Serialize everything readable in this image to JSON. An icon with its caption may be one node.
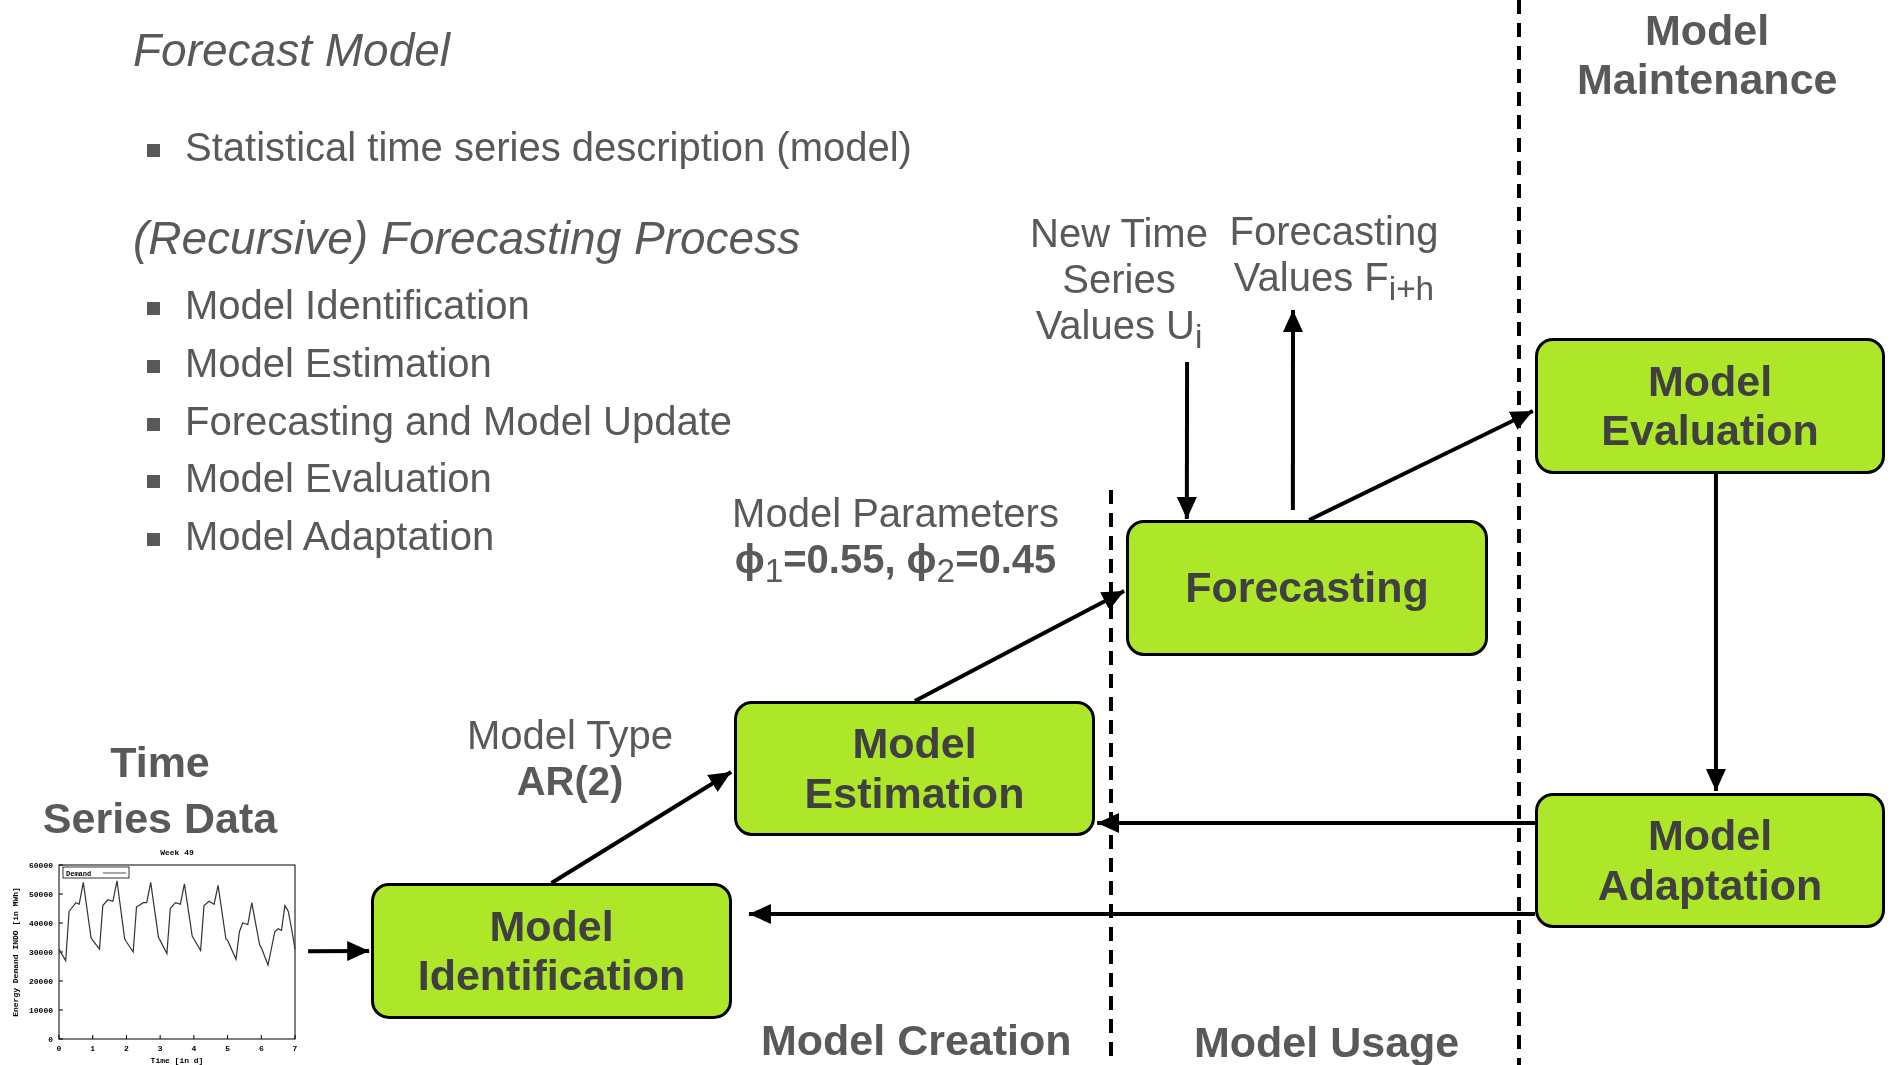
{
  "diagram": {
    "nodes": [
      {
        "text": [
          "Model Identification"
        ]
      },
      {
        "text": [
          "Model Estimation"
        ]
      },
      {
        "text": [
          "Forecasting"
        ]
      },
      {
        "text": [
          "Model Evaluation"
        ]
      },
      {
        "text": [
          "Model Adaptation"
        ]
      },
      {
        "text": [
          "Time Series Data"
        ]
      },
      {
        "text": [
          "New Time Series Values U$_{i}$"
        ]
      },
      {
        "text": [
          "Forecasting Values F$_{i+h}$"
        ]
      }
    ],
    "edges": [
      {
        "from": 5,
        "to": 0,
        "arrow": "to"
      },
      {
        "from": 0,
        "to": 1,
        "arrow": "to",
        "label": "Model Type **AR(2)**"
      },
      {
        "from": 1,
        "to": 2,
        "arrow": "to",
        "label": "Model Parameters **ϕ**$_{1}$**=0.55, ϕ**$_{2}$**=0.45**"
      },
      {
        "from": 6,
        "to": 2,
        "arrow": "to"
      },
      {
        "from": 2,
        "to": 7,
        "arrow": "to"
      },
      {
        "from": 2,
        "to": 3,
        "arrow": "to"
      },
      {
        "from": 3,
        "to": 4,
        "arrow": "to"
      },
      {
        "from": 4,
        "to": 1,
        "arrow": "to"
      },
      {
        "from": 4,
        "to": 0,
        "arrow": "to"
      }
    ],
    "labels": [
      "Forecast Model",
      "Statistical time series description (model)",
      "(Recursive) Forecasting Process",
      "Model Identification",
      "Model Estimation",
      "Forecasting and Model Update",
      "Model Evaluation",
      "Model Adaptation",
      "Model Maintenance",
      "Model Creation",
      "Model Usage"
    ],
    "chart_data": {
      "type": "line",
      "title": "Week 49",
      "xlabel": "Time [in d]",
      "ylabel": "Energy Demand INDO [in MWh]",
      "x": [
        0,
        0.2,
        0.3,
        0.5,
        0.6,
        0.72,
        0.95,
        1.0,
        1.2,
        1.3,
        1.45,
        1.6,
        1.72,
        1.95,
        2.0,
        2.2,
        2.3,
        2.5,
        2.6,
        2.72,
        2.95,
        3.0,
        3.2,
        3.3,
        3.45,
        3.6,
        3.72,
        3.95,
        4.0,
        4.2,
        4.3,
        4.45,
        4.6,
        4.72,
        4.95,
        5.0,
        5.25,
        5.35,
        5.45,
        5.6,
        5.72,
        5.95,
        6.0,
        6.2,
        6.4,
        6.5,
        6.6,
        6.7,
        6.8,
        6.9,
        7.0
      ],
      "series": [
        {
          "name": "Demand",
          "color": "#333333",
          "values": [
            31000,
            27000,
            44000,
            47000,
            46500,
            54000,
            35000,
            34000,
            31000,
            46000,
            48000,
            47500,
            54500,
            34500,
            33500,
            30000,
            45500,
            47000,
            47000,
            54000,
            35000,
            34000,
            29500,
            45000,
            47000,
            46500,
            53500,
            35500,
            34500,
            30500,
            46000,
            47500,
            46500,
            53000,
            34500,
            34000,
            27500,
            37000,
            40000,
            39500,
            47000,
            32500,
            31500,
            25500,
            37000,
            38000,
            37500,
            46000,
            44000,
            38000,
            31000
          ]
        }
      ],
      "xlim": [
        0,
        7
      ],
      "ylim": [
        0,
        60000
      ],
      "xticks": [
        0,
        1,
        2,
        3,
        4,
        5,
        6,
        7
      ],
      "yticks": [
        0,
        10000,
        20000,
        30000,
        40000,
        50000,
        60000
      ]
    }
  }
}
